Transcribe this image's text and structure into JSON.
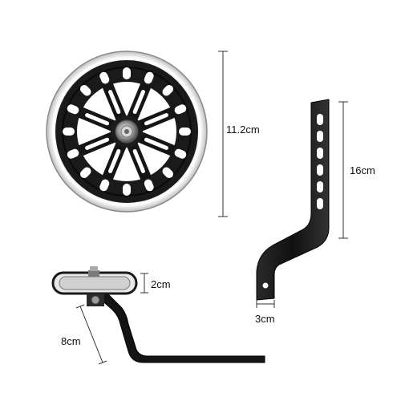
{
  "dimensions": {
    "wheel_diameter": "11.2cm",
    "bracket_height": "16cm",
    "bracket_width": "3cm",
    "wheel_width": "2cm",
    "arm_length": "8cm"
  },
  "colors": {
    "dimension_line": "#333333",
    "wheel_rim": "#1a1a1a",
    "tire": "#f2f2f2",
    "hub": "#9a9a9a",
    "bracket": "#151515"
  }
}
